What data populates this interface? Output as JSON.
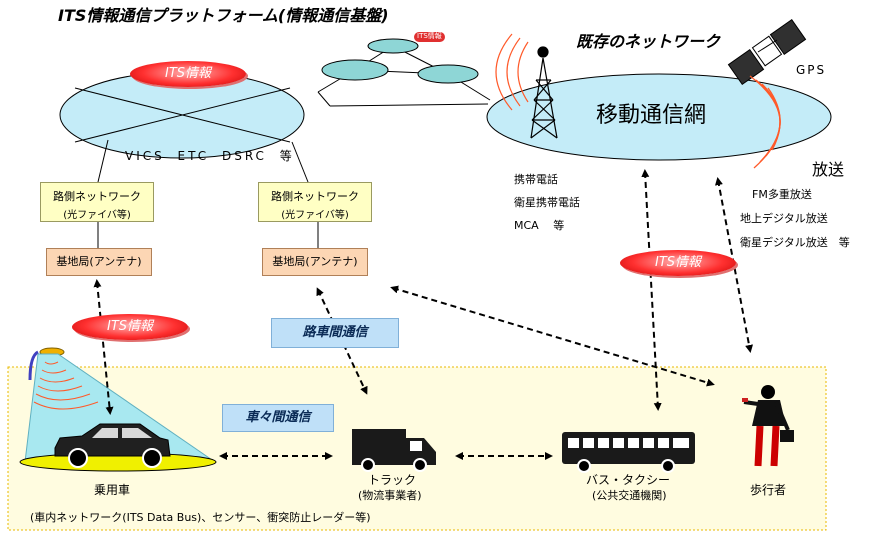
{
  "header": {
    "platform_title": "ITS情報通信プラットフォーム(情報通信基盤)",
    "existing_network_title": "既存のネットワーク"
  },
  "network": {
    "its_info_label": "ITS情報",
    "small_node_label": "ITS情報",
    "mobile_network_label": "移動通信網",
    "gps_label": "GPS",
    "broadcast_label": "放送",
    "standards_label": "VICS ETC DSRC 等"
  },
  "infrastructure": {
    "roadside_network_left": {
      "line1": "路側ネットワーク",
      "line2": "(光ファイバ等)"
    },
    "roadside_network_right": {
      "line1": "路側ネットワーク",
      "line2": "(光ファイバ等)"
    },
    "base_station_left": "基地局(アンテナ)",
    "base_station_right": "基地局(アンテナ)"
  },
  "mobile_services": [
    "携帯電話",
    "衛星携帯電話",
    "MCA　 等"
  ],
  "broadcast_services": [
    "FM多重放送",
    "地上デジタル放送",
    "衛星デジタル放送　等"
  ],
  "communication": {
    "road_vehicle": "路車間通信",
    "vehicle_vehicle": "車々間通信",
    "its_info_left": "ITS情報",
    "its_info_right": "ITS情報"
  },
  "actors": {
    "car": "乗用車",
    "truck": "トラック",
    "truck_sub": "(物流事業者)",
    "bus": "バス・タクシー",
    "bus_sub": "(公共交通機関)",
    "pedestrian": "歩行者"
  },
  "footer_note": "(車内ネットワーク(ITS Data Bus)、センサー、衝突防止レーダー等)",
  "colors": {
    "its_pill": "#ff3030",
    "ellipse_fill": "#c4ecf8",
    "roadside_box": "#ffffc4",
    "base_station_box": "#fcd6b4",
    "road_area_fill": "#fffce0",
    "badge_fill": "#bfe0f8",
    "radio_wave": "#ff5a2a",
    "beam_fill": "#a8e8f0"
  }
}
